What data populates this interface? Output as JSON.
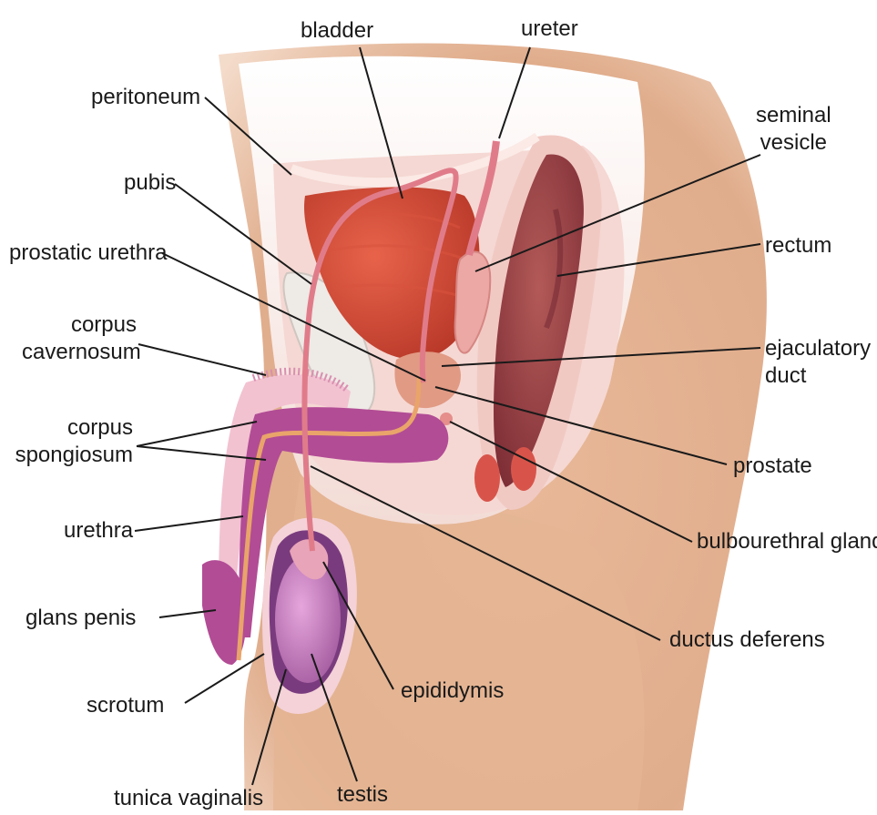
{
  "labels": {
    "bladder": "bladder",
    "ureter": "ureter",
    "peritoneum": "peritoneum",
    "seminal_vesicle": [
      "seminal",
      "vesicle"
    ],
    "pubis": "pubis",
    "rectum": "rectum",
    "prostatic_urethra": "prostatic urethra",
    "corpus_cavernosum": [
      "corpus",
      "cavernosum"
    ],
    "ejaculatory_duct": [
      "ejaculatory",
      "duct"
    ],
    "corpus_spongiosum": [
      "corpus",
      "spongiosum"
    ],
    "prostate": "prostate",
    "urethra": "urethra",
    "bulbourethral_gland": "bulbourethral gland",
    "glans_penis": "glans penis",
    "ductus_deferens": "ductus deferens",
    "scrotum": "scrotum",
    "epididymis": "epididymis",
    "tunica_vaginalis": "tunica vaginalis",
    "testis": "testis"
  }
}
